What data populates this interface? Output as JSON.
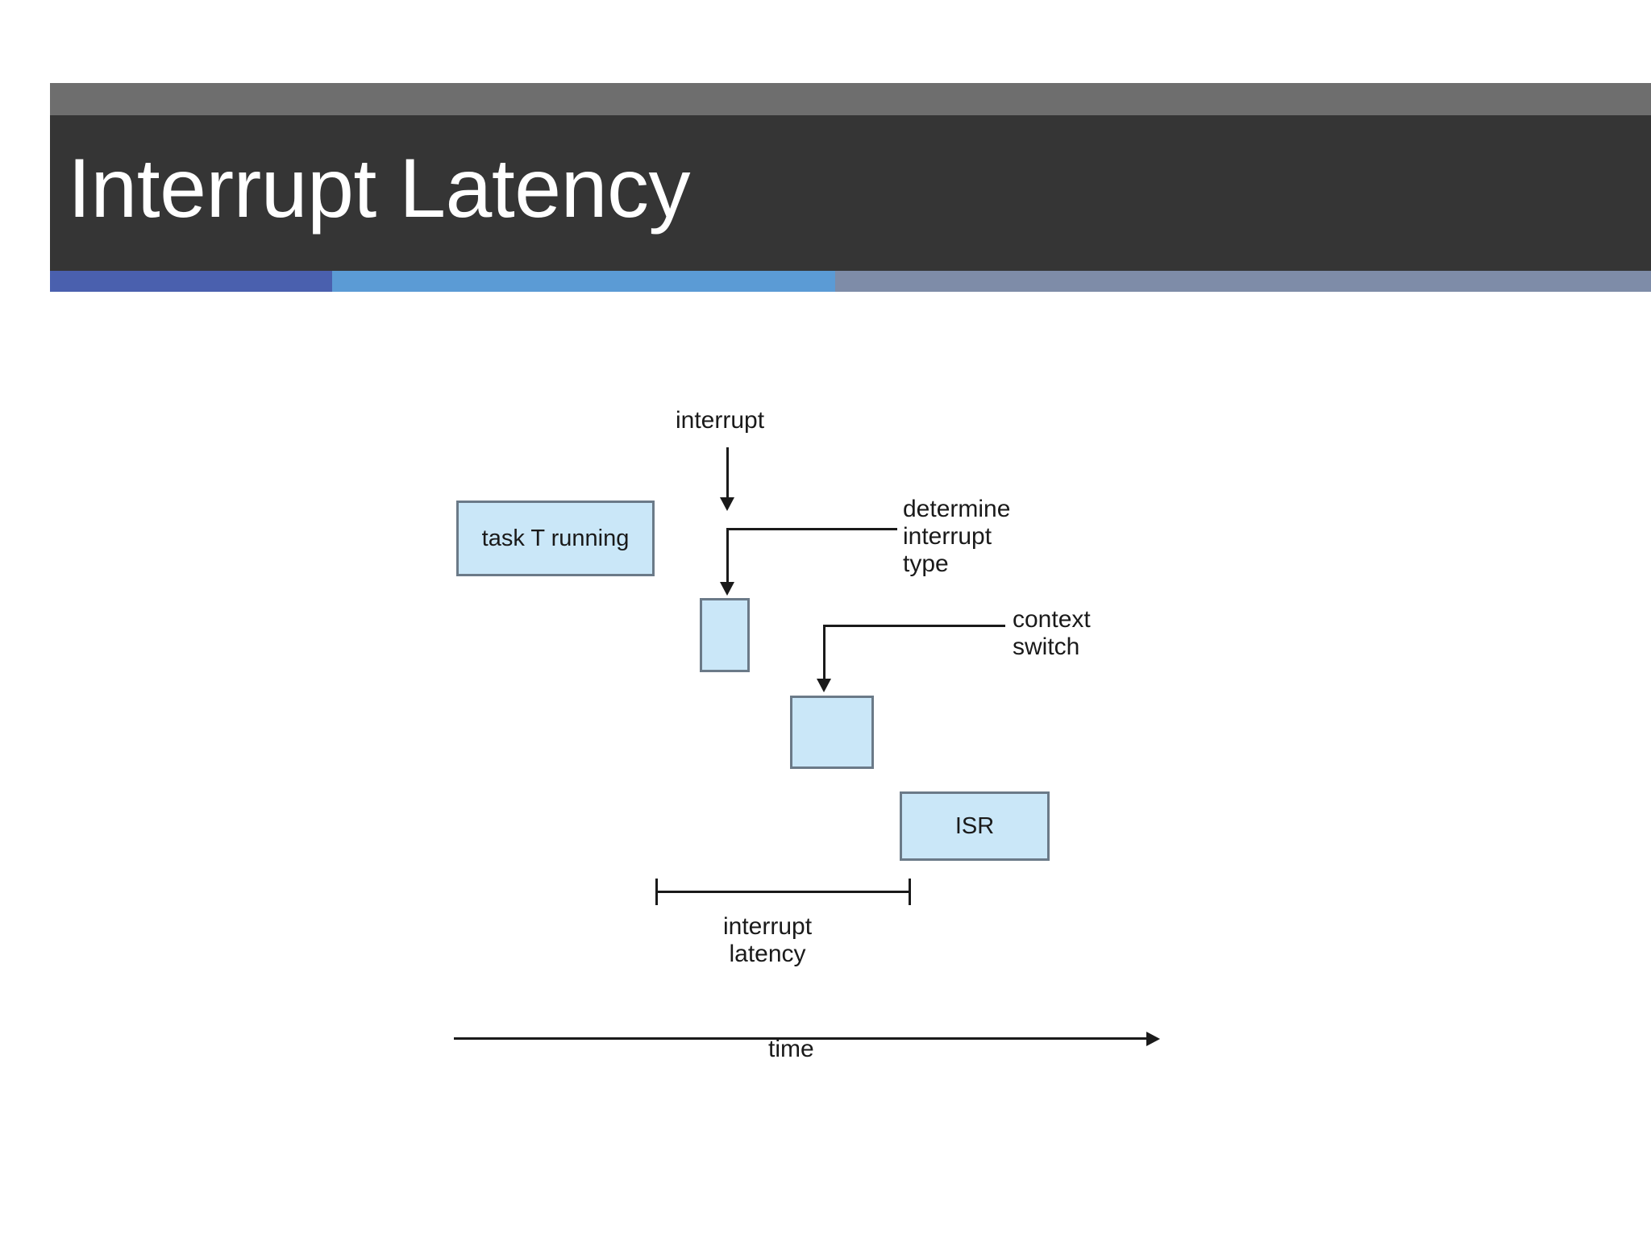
{
  "slide": {
    "title": "Interrupt Latency",
    "header_colors": {
      "top_bar": "#6e6e6e",
      "title_bar": "#353535",
      "stripe_1": "#4a60ae",
      "stripe_2": "#5b9bd5",
      "stripe_3": "#7e8ca8"
    }
  },
  "diagram": {
    "type": "timeline-diagram",
    "box_fill": "#cae7f8",
    "box_border": "#6b7a88",
    "boxes": [
      {
        "id": "task",
        "label": "task T running"
      },
      {
        "id": "determine",
        "label": ""
      },
      {
        "id": "context",
        "label": ""
      },
      {
        "id": "isr",
        "label": "ISR"
      }
    ],
    "labels": {
      "interrupt": "interrupt",
      "determine_interrupt_type": "determine\ninterrupt\ntype",
      "context_switch": "context\nswitch",
      "interrupt_latency": "interrupt\nlatency",
      "time": "time"
    }
  }
}
